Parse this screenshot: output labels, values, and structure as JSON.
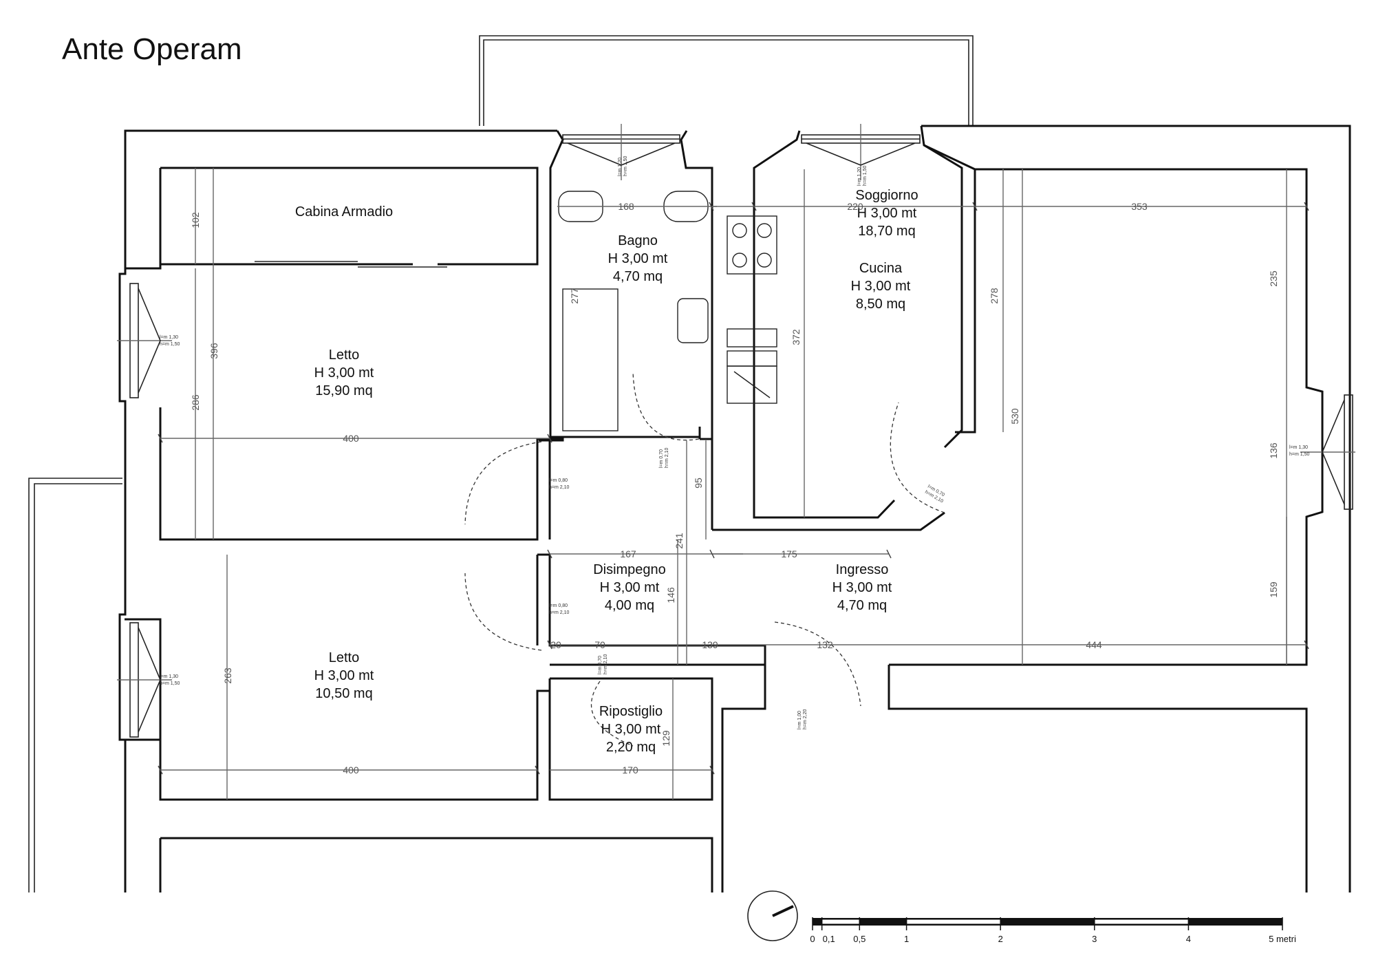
{
  "title": "Ante Operam",
  "rooms": [
    {
      "name": "Cabina Armadio"
    },
    {
      "name": "Bagno",
      "height": "H 3,00 mt",
      "area": "4,70 mq"
    },
    {
      "name": "Soggiorno",
      "height": "H 3,00 mt",
      "area": "18,70 mq"
    },
    {
      "name": "Cucina",
      "height": "H 3,00 mt",
      "area": "8,50 mq"
    },
    {
      "name": "Letto",
      "height": "H 3,00 mt",
      "area": "15,90 mq"
    },
    {
      "name": "Disimpegno",
      "height": "H 3,00 mt",
      "area": "4,00 mq"
    },
    {
      "name": "Ingresso",
      "height": "H 3,00 mt",
      "area": "4,70 mq"
    },
    {
      "name": "Letto",
      "height": "H 3,00 mt",
      "area": "10,50 mq"
    },
    {
      "name": "Ripostiglio",
      "height": "H 3,00 mt",
      "area": "2,20 mq"
    }
  ],
  "dimensions": [
    "102",
    "168",
    "220",
    "353",
    "277",
    "278",
    "235",
    "372",
    "396",
    "286",
    "400",
    "530",
    "136",
    "95",
    "241",
    "167",
    "175",
    "146",
    "159",
    "20",
    "70",
    "139",
    "132",
    "444",
    "263",
    "129",
    "170",
    "400"
  ],
  "openings": {
    "window_a": [
      "l=m 1,30",
      "h=m 1,50"
    ],
    "window_top": [
      "l=m 1,20",
      "h=m 1,50"
    ],
    "door_bagno": [
      "l=m 0,70",
      "h=m 2,10"
    ],
    "door_letto": [
      "l=m 0,80",
      "h=m 2,10"
    ],
    "door_cucina": [
      "l=m 0,70",
      "h=m 2,10"
    ],
    "door_ripostiglio": [
      "l=m 0,70",
      "h=m 2,10"
    ],
    "door_ingresso": [
      "l=m 1,00",
      "h=m 2,20"
    ]
  },
  "scale_bar": {
    "labels": [
      "0",
      "0,1",
      "0,5",
      "1",
      "2",
      "3",
      "4",
      "5 metri"
    ],
    "values_m": [
      0,
      0.1,
      0.5,
      1,
      2,
      3,
      4,
      5
    ]
  }
}
